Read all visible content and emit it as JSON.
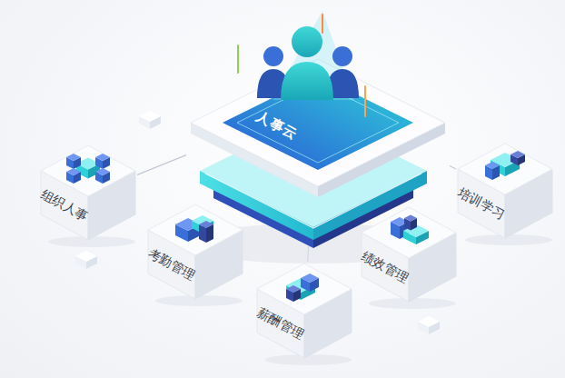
{
  "diagram": {
    "nodes": [
      {
        "text": [
          "人事云"
        ]
      },
      {
        "text": [
          "组织人事"
        ]
      },
      {
        "text": [
          "考勤管理"
        ]
      },
      {
        "text": [
          "薪酬管理"
        ]
      },
      {
        "text": [
          "绩效管理"
        ]
      },
      {
        "text": [
          "培训学习"
        ]
      }
    ],
    "edges": [
      {
        "from": 0,
        "to": 1,
        "arrow": "none"
      },
      {
        "from": 0,
        "to": 2,
        "arrow": "none"
      },
      {
        "from": 0,
        "to": 3,
        "arrow": "none"
      },
      {
        "from": 0,
        "to": 4,
        "arrow": "none"
      },
      {
        "from": 0,
        "to": 5,
        "arrow": "none"
      }
    ]
  }
}
